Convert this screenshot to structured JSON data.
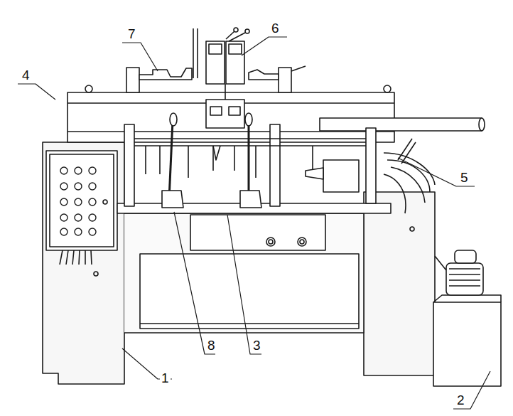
{
  "diagram": {
    "labels": [
      "7",
      "6",
      "4",
      "5",
      "8",
      "3",
      "1",
      "2"
    ]
  }
}
